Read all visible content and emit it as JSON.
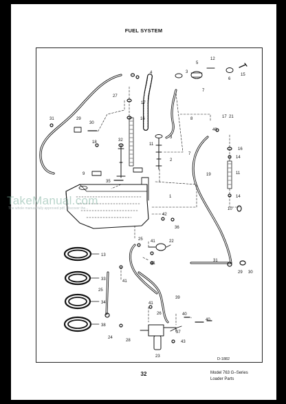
{
  "page": {
    "title": "FUEL SYSTEM",
    "figure_ref": "D-1882",
    "page_number": "32",
    "model_line1": "Model 763 G–Series",
    "model_line2": "Loader Parts"
  },
  "watermark": {
    "brand": "TakeManual.com",
    "tagline": "The whole manual fully approved pdf, Discover the..."
  },
  "callouts": {
    "c1": "1",
    "c2": "2",
    "c3": "3",
    "c3b": "3",
    "c4": "4",
    "c5": "5",
    "c6": "6",
    "c7": "7",
    "c7b": "7",
    "c8": "8",
    "c9": "9",
    "c10": "10",
    "c11": "11",
    "c11b": "11",
    "c12": "12",
    "c13": "13",
    "c14": "14",
    "c14b": "14",
    "c15": "15",
    "c16": "16",
    "c16b": "16",
    "c17": "17",
    "c17b": "17",
    "c18": "18",
    "c19": "19",
    "c21": "21",
    "c22": "22",
    "c23": "23",
    "c24": "24",
    "c25": "25",
    "c25b": "25",
    "c26": "26",
    "c27": "27",
    "c28": "28",
    "c29": "29",
    "c29b": "29",
    "c30": "30",
    "c30b": "30",
    "c31": "31",
    "c31b": "31",
    "c32": "32",
    "c33": "33",
    "c34": "34",
    "c35": "35",
    "c36": "36",
    "c37": "37",
    "c38": "38",
    "c39": "39",
    "c40": "40",
    "c40b": "40",
    "c40c": "40",
    "c41": "41",
    "c41b": "41",
    "c41c": "41",
    "c41d": "41",
    "c42": "42",
    "c43": "43"
  }
}
